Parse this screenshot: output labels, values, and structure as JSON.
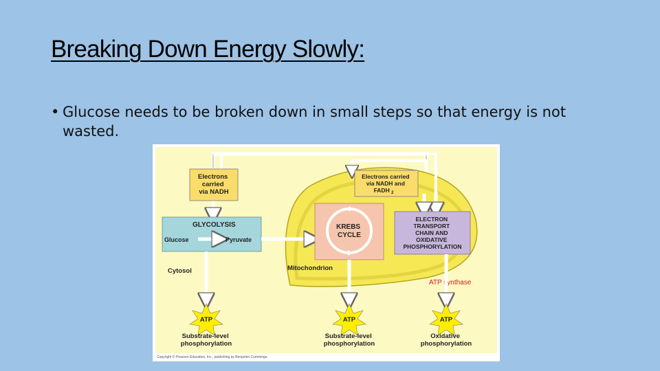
{
  "slide": {
    "title": "Breaking Down Energy Slowly:",
    "bullet": "Glucose needs to be broken down in small steps so that energy is not wasted."
  },
  "diagram": {
    "electrons_nadh": [
      "Electrons",
      "carried",
      "via NADH"
    ],
    "electrons_nadh_fadh": [
      "Electrons carried",
      "via NADH and",
      "FADH",
      "2"
    ],
    "glycolysis": "GLYCOLYSIS",
    "glucose": "Glucose",
    "pyruvate": "Pyruvate",
    "krebs": [
      "KREBS",
      "CYCLE"
    ],
    "etc": [
      "ELECTRON",
      "TRANSPORT",
      "CHAIN AND",
      "OXIDATIVE",
      "PHOSPHORYLATION"
    ],
    "cytosol": "Cytosol",
    "mitochondrion": "Mitochondrion",
    "atp_synthase": "ATP synthase",
    "atp": "ATP",
    "substrate_level_1": [
      "Substrate-level",
      "phosphorylation"
    ],
    "substrate_level_2": [
      "Substrate-level",
      "phosphorylation"
    ],
    "oxidative": [
      "Oxidative",
      "phosphorylation"
    ],
    "copyright": "Copyright © Pearson Education, Inc., publishing as Benjamin Cummings."
  },
  "colors": {
    "background": "#9dc3e6",
    "diagram_bg": "#fdf9c3",
    "mitochondrion": "#f6e855",
    "glycolysis_box": "#a4d6dc",
    "krebs_box": "#f6c5ad",
    "etc_box": "#c8b7dc",
    "electron_box": "#f9dc6a",
    "atp_burst": "#ffee00",
    "atp_synthase_text": "#e01818"
  }
}
